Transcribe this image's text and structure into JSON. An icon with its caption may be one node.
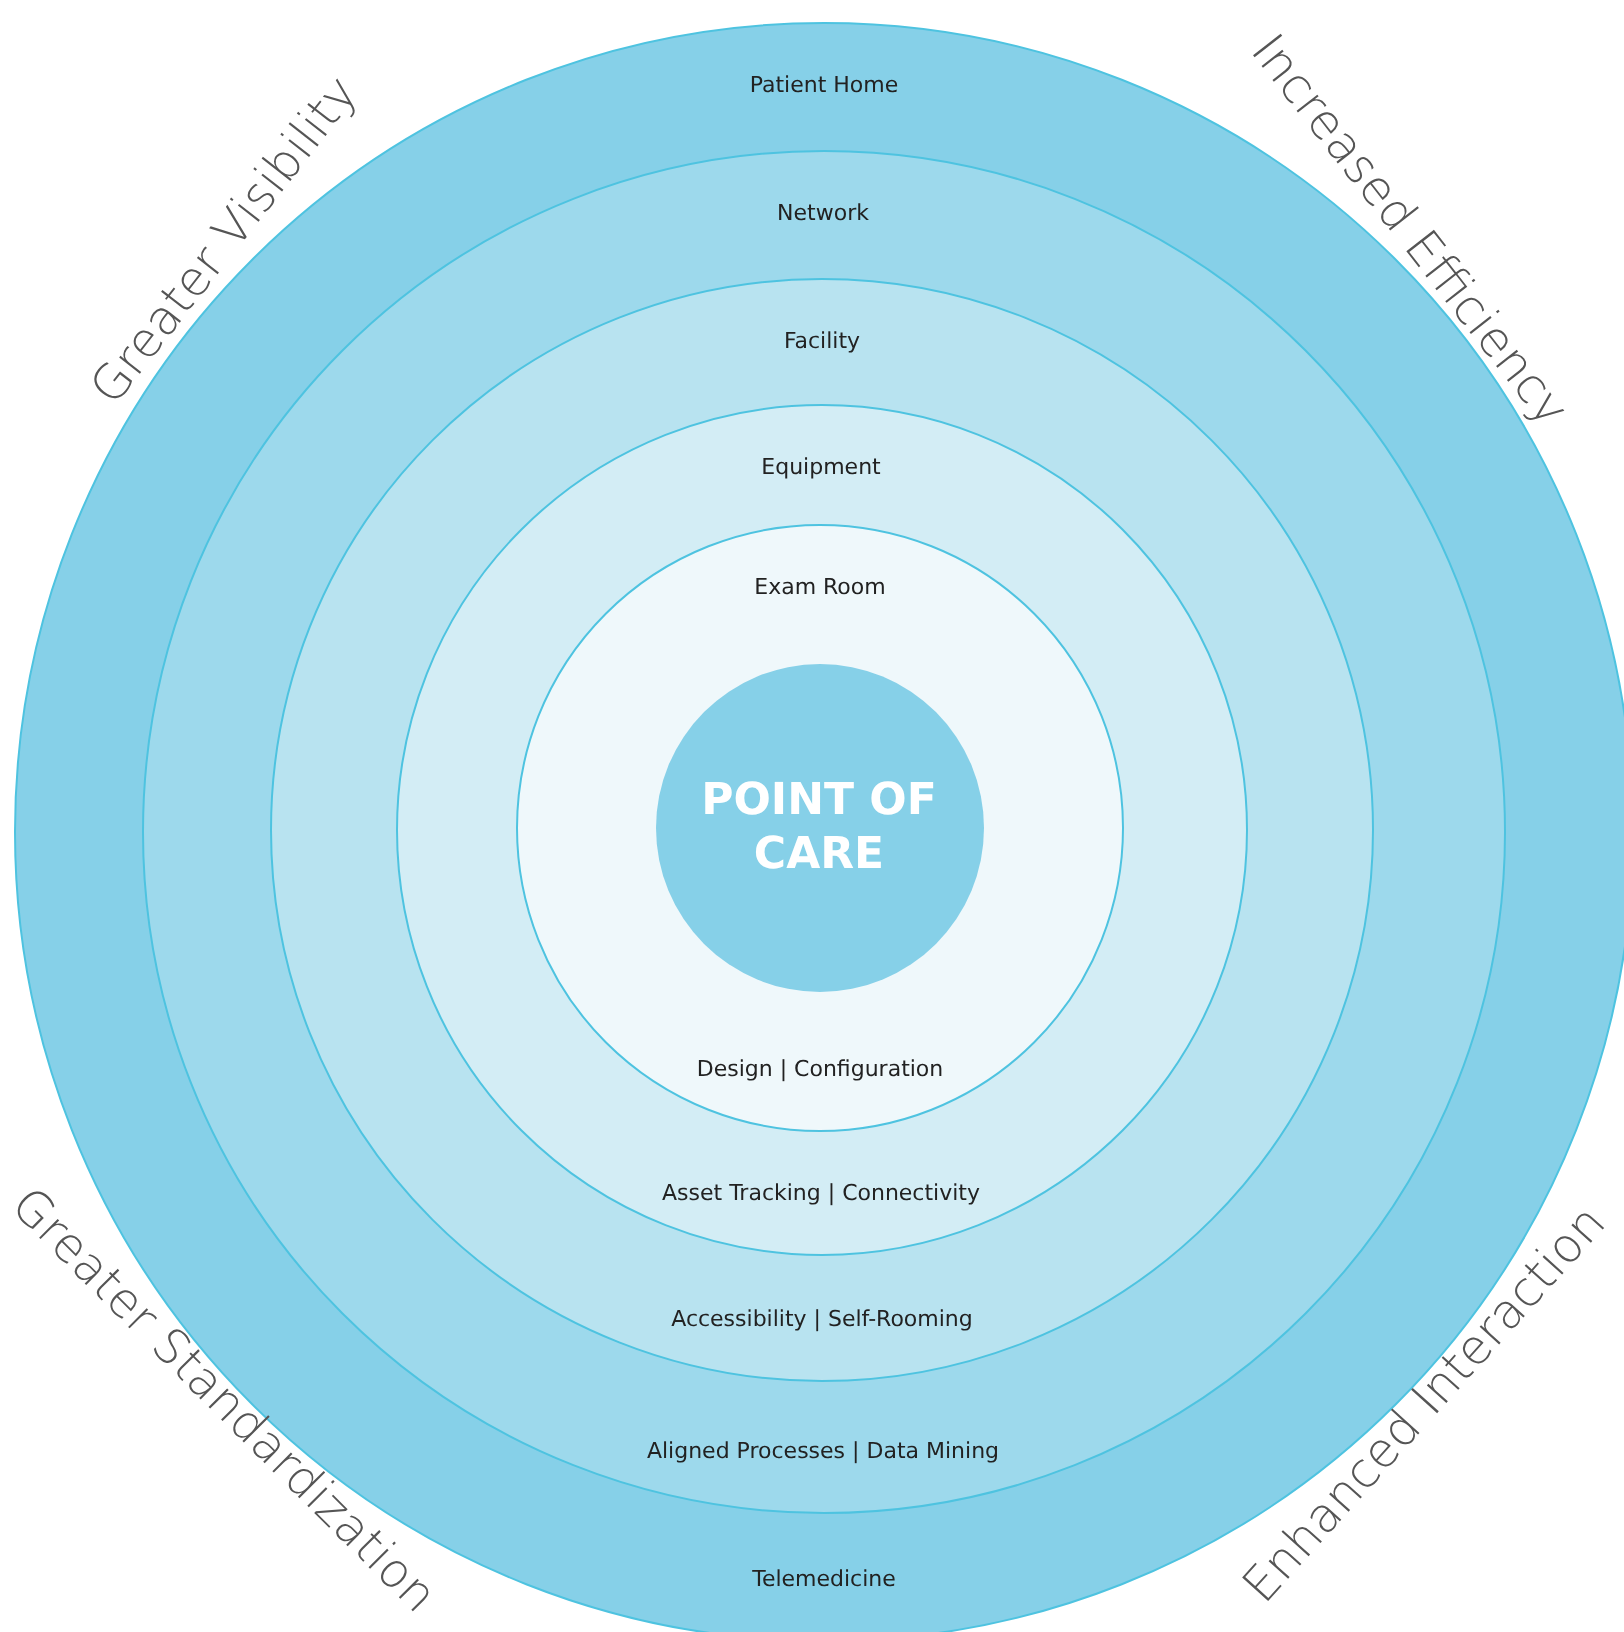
{
  "diagram": {
    "nodes": [
      {
        "text": [
          "Patient Home",
          "Telemedicine"
        ]
      },
      {
        "text": [
          "Network",
          "Aligned Processes | Data Mining"
        ],
        "in": 0
      },
      {
        "text": [
          "Facility",
          "Accessibility | Self-Rooming"
        ],
        "in": 1
      },
      {
        "text": [
          "Equipment",
          "Asset Tracking | Connectivity"
        ],
        "in": 2
      },
      {
        "text": [
          "Exam Room",
          "Design | Configuration"
        ],
        "in": 3
      },
      {
        "text": [
          "POINT OF CARE"
        ],
        "in": 4
      }
    ],
    "labels": [
      "Greater Visibility",
      "Increased Efficiency",
      "Greater Standardization",
      "Enhanced Interaction"
    ]
  }
}
